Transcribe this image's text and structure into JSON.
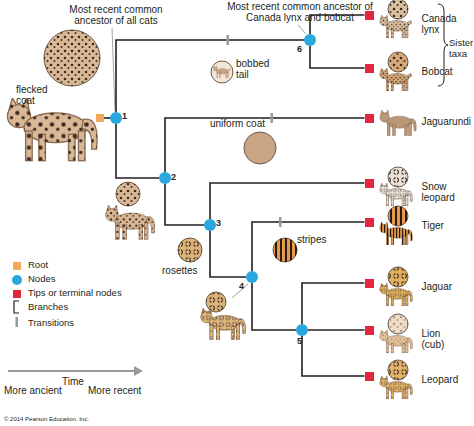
{
  "diagram": {
    "nodes": [
      {
        "text": [
          "1"
        ]
      },
      {
        "text": [
          "2"
        ]
      },
      {
        "text": [
          "3"
        ]
      },
      {
        "text": [
          "4"
        ]
      },
      {
        "text": [
          "5"
        ]
      },
      {
        "text": [
          "6"
        ]
      },
      {
        "text": [
          "Canada lynx"
        ]
      },
      {
        "text": [
          "Bobcat"
        ]
      },
      {
        "text": [
          "Jaguarundi"
        ]
      },
      {
        "text": [
          "Snow leopard"
        ]
      },
      {
        "text": [
          "Tiger"
        ]
      },
      {
        "text": [
          "Jaguar"
        ]
      },
      {
        "text": [
          "Lion (cub)"
        ]
      },
      {
        "text": [
          "Leopard"
        ]
      }
    ],
    "edges": [
      {
        "from": 0,
        "to": 5,
        "arrow": "none"
      },
      {
        "from": 5,
        "to": 6,
        "arrow": "none"
      },
      {
        "from": 5,
        "to": 7,
        "arrow": "none"
      },
      {
        "from": 0,
        "to": 1,
        "arrow": "none"
      },
      {
        "from": 1,
        "to": 8,
        "arrow": "none"
      },
      {
        "from": 1,
        "to": 2,
        "arrow": "none"
      },
      {
        "from": 2,
        "to": 9,
        "arrow": "none"
      },
      {
        "from": 2,
        "to": 3,
        "arrow": "none"
      },
      {
        "from": 3,
        "to": 10,
        "arrow": "none"
      },
      {
        "from": 3,
        "to": 4,
        "arrow": "none"
      },
      {
        "from": 4,
        "to": 11,
        "arrow": "none"
      },
      {
        "from": 4,
        "to": 12,
        "arrow": "none"
      },
      {
        "from": 4,
        "to": 13,
        "arrow": "none"
      }
    ],
    "labels": [
      "Most recent common ancestor of all cats",
      "Most recent common ancestor of Canada lynx and bobcat",
      "flecked coat",
      "bobbed tail",
      "uniform coat",
      "rosettes",
      "stripes",
      "Sister taxa",
      "More ancient",
      "Time",
      "More recent",
      "© 2014 Pearson Education, Inc."
    ],
    "legend": [
      {
        "text": "Root",
        "color": "#f3a85b"
      },
      {
        "text": "Nodes",
        "color": "#2aa7df"
      },
      {
        "text": "Tips or terminal nodes",
        "color": "#e1263d"
      },
      {
        "text": "Branches"
      },
      {
        "text": "Transitions"
      }
    ]
  }
}
